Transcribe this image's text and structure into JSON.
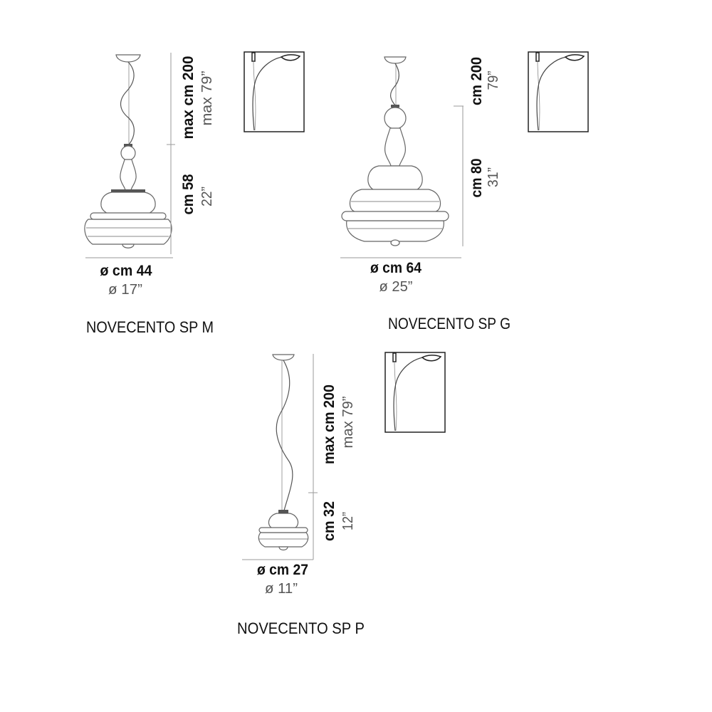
{
  "products": [
    {
      "title": "NOVECENTO SP M",
      "height_total_cm": "max cm 200",
      "height_total_in": "max 79”",
      "height_lamp_cm": "cm 58",
      "height_lamp_in": "22”",
      "diameter_cm": "ø cm 44",
      "diameter_in": "ø 17”"
    },
    {
      "title": "NOVECENTO SP G",
      "height_total_cm": "cm 200",
      "height_total_in": "79”",
      "height_lamp_cm": "cm 80",
      "height_lamp_in": "31”",
      "diameter_cm": "ø cm 64",
      "diameter_in": "ø 25”"
    },
    {
      "title": "NOVECENTO SP P",
      "height_total_cm": "max cm 200",
      "height_total_in": "max 79”",
      "height_lamp_cm": "cm 32",
      "height_lamp_in": "12”",
      "diameter_cm": "ø cm 27",
      "diameter_in": "ø 11”"
    }
  ]
}
